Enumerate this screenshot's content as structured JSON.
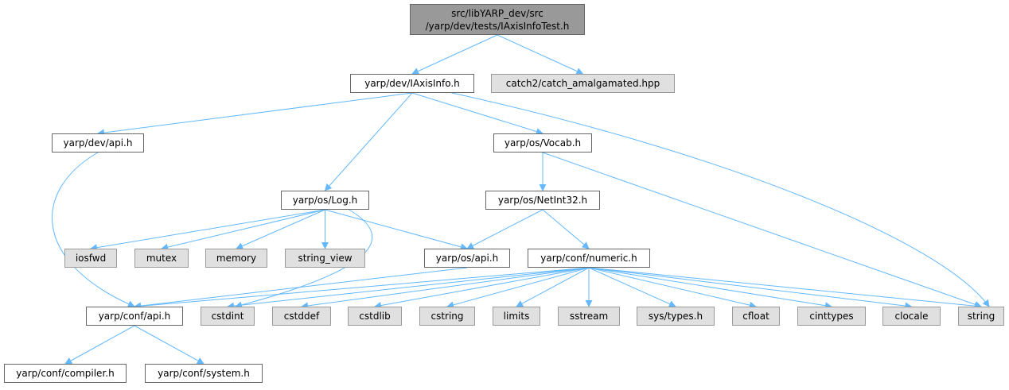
{
  "graph": {
    "colors": {
      "edge": "#63b8ff",
      "root_fill": "#999999",
      "project_fill": "#ffffff",
      "external_fill": "#e0e0e0"
    },
    "nodes": [
      {
        "id": "root",
        "label": "src/libYARP_dev/src\n/yarp/dev/tests/IAxisInfoTest.h",
        "kind": "root"
      },
      {
        "id": "iaxisinfo",
        "label": "yarp/dev/IAxisInfo.h",
        "kind": "project"
      },
      {
        "id": "catch2",
        "label": "catch2/catch_amalgamated.hpp",
        "kind": "external"
      },
      {
        "id": "devapi",
        "label": "yarp/dev/api.h",
        "kind": "project"
      },
      {
        "id": "vocab",
        "label": "yarp/os/Vocab.h",
        "kind": "project"
      },
      {
        "id": "log",
        "label": "yarp/os/Log.h",
        "kind": "project"
      },
      {
        "id": "netint32",
        "label": "yarp/os/NetInt32.h",
        "kind": "project"
      },
      {
        "id": "iosfwd",
        "label": "iosfwd",
        "kind": "external"
      },
      {
        "id": "mutex",
        "label": "mutex",
        "kind": "external"
      },
      {
        "id": "memory",
        "label": "memory",
        "kind": "external"
      },
      {
        "id": "string_view",
        "label": "string_view",
        "kind": "external"
      },
      {
        "id": "osapi",
        "label": "yarp/os/api.h",
        "kind": "project"
      },
      {
        "id": "numeric",
        "label": "yarp/conf/numeric.h",
        "kind": "project"
      },
      {
        "id": "confapi",
        "label": "yarp/conf/api.h",
        "kind": "project"
      },
      {
        "id": "cstdint",
        "label": "cstdint",
        "kind": "external"
      },
      {
        "id": "cstddef",
        "label": "cstddef",
        "kind": "external"
      },
      {
        "id": "cstdlib",
        "label": "cstdlib",
        "kind": "external"
      },
      {
        "id": "cstring",
        "label": "cstring",
        "kind": "external"
      },
      {
        "id": "limits",
        "label": "limits",
        "kind": "external"
      },
      {
        "id": "sstream",
        "label": "sstream",
        "kind": "external"
      },
      {
        "id": "systypes",
        "label": "sys/types.h",
        "kind": "external"
      },
      {
        "id": "cfloat",
        "label": "cfloat",
        "kind": "external"
      },
      {
        "id": "cinttypes",
        "label": "cinttypes",
        "kind": "external"
      },
      {
        "id": "clocale",
        "label": "clocale",
        "kind": "external"
      },
      {
        "id": "string",
        "label": "string",
        "kind": "external"
      },
      {
        "id": "compiler",
        "label": "yarp/conf/compiler.h",
        "kind": "project"
      },
      {
        "id": "system",
        "label": "yarp/conf/system.h",
        "kind": "project"
      }
    ],
    "edges": [
      [
        "root",
        "iaxisinfo"
      ],
      [
        "root",
        "catch2"
      ],
      [
        "iaxisinfo",
        "devapi"
      ],
      [
        "iaxisinfo",
        "log"
      ],
      [
        "iaxisinfo",
        "vocab"
      ],
      [
        "iaxisinfo",
        "string"
      ],
      [
        "devapi",
        "confapi"
      ],
      [
        "vocab",
        "netint32"
      ],
      [
        "vocab",
        "string"
      ],
      [
        "log",
        "iosfwd"
      ],
      [
        "log",
        "mutex"
      ],
      [
        "log",
        "memory"
      ],
      [
        "log",
        "string_view"
      ],
      [
        "log",
        "osapi"
      ],
      [
        "log",
        "cstdint"
      ],
      [
        "netint32",
        "osapi"
      ],
      [
        "netint32",
        "numeric"
      ],
      [
        "osapi",
        "confapi"
      ],
      [
        "numeric",
        "confapi"
      ],
      [
        "numeric",
        "cstdint"
      ],
      [
        "numeric",
        "cstddef"
      ],
      [
        "numeric",
        "cstdlib"
      ],
      [
        "numeric",
        "cstring"
      ],
      [
        "numeric",
        "limits"
      ],
      [
        "numeric",
        "sstream"
      ],
      [
        "numeric",
        "systypes"
      ],
      [
        "numeric",
        "cfloat"
      ],
      [
        "numeric",
        "cinttypes"
      ],
      [
        "numeric",
        "clocale"
      ],
      [
        "numeric",
        "string"
      ],
      [
        "confapi",
        "compiler"
      ],
      [
        "confapi",
        "system"
      ]
    ]
  }
}
